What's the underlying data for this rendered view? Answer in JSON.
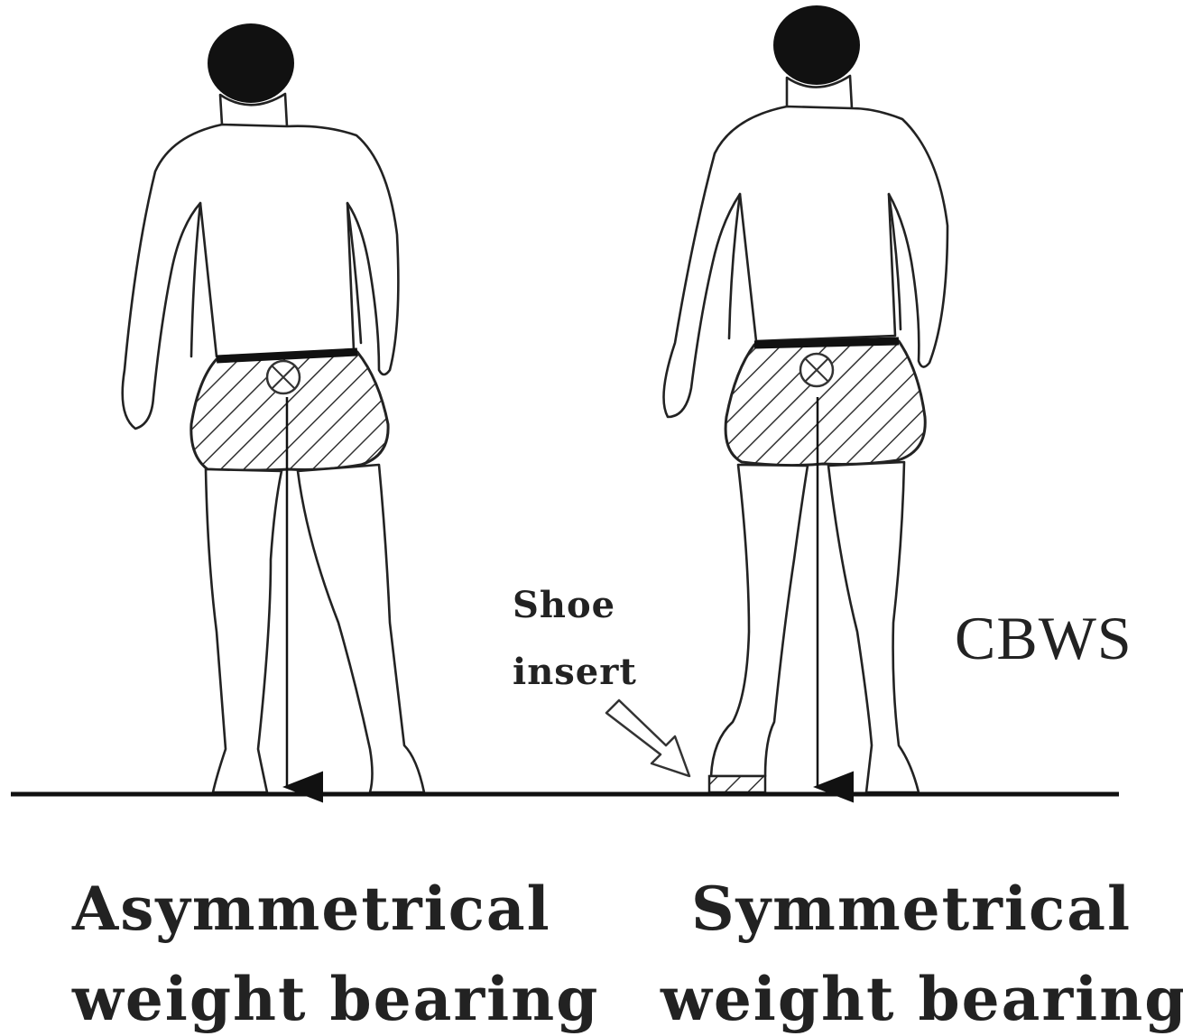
{
  "figure": {
    "left_caption": [
      "Asymmetrical",
      "weight bearing"
    ],
    "right_caption": [
      "Symmetrical",
      "weight bearing"
    ],
    "insert_label": [
      "Shoe",
      "insert"
    ],
    "condition_label": "CBWS"
  }
}
